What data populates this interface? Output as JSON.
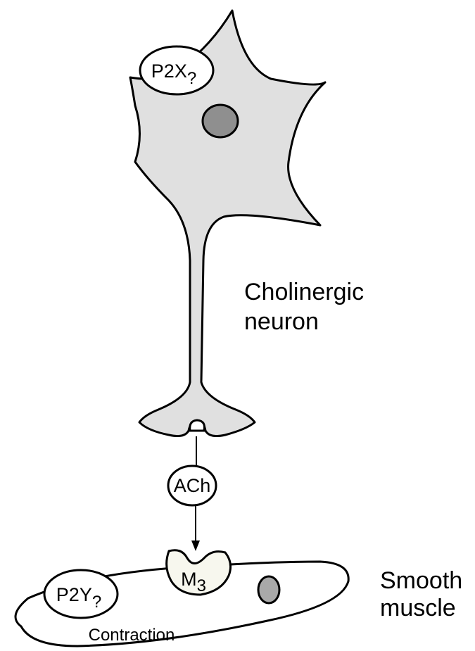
{
  "diagram": {
    "neuron_label_line1": "Cholinergic",
    "neuron_label_line2": "neuron",
    "muscle_label_line1": "Smooth",
    "muscle_label_line2": "muscle",
    "p2x_receptor": {
      "main": "P2X",
      "sub": "?"
    },
    "p2y_receptor": {
      "main": "P2Y",
      "sub": "?"
    },
    "neurotransmitter": "ACh",
    "m3_receptor": {
      "main": "M",
      "sub": "3"
    },
    "effect": "Contraction"
  },
  "colors": {
    "neuron_fill": "#e0e0e0",
    "nucleus_fill": "#8f8f8f",
    "muscle_fill": "#ffffff",
    "muscle_nucleus_fill": "#a9a9a9",
    "receptor_fill": "#ffffff",
    "m3_fill": "#f7f7ee",
    "stroke": "#000000"
  }
}
